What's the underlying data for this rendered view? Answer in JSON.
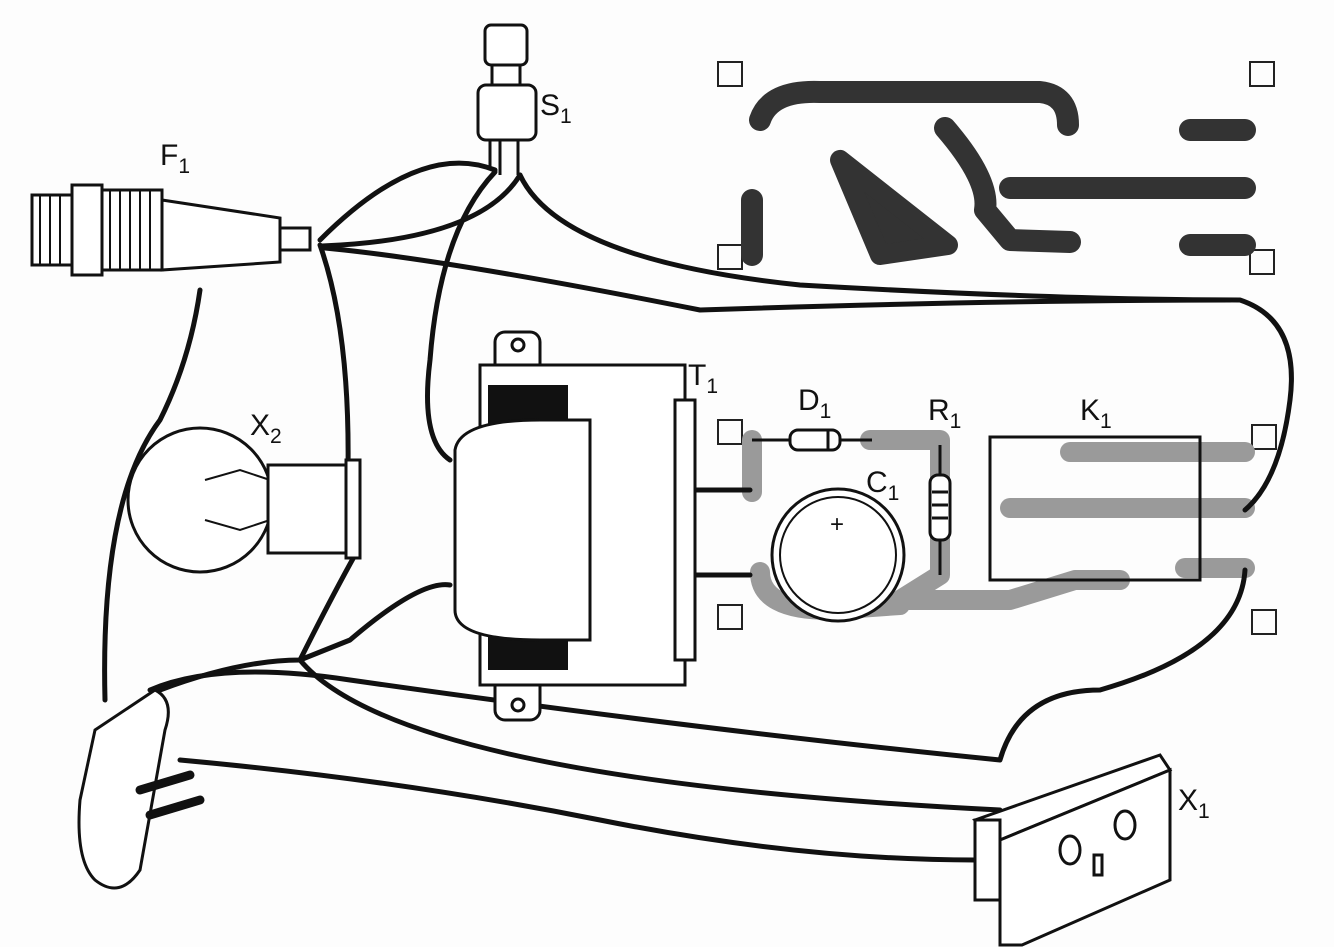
{
  "labels": {
    "F1": {
      "letter": "F",
      "sub": "1"
    },
    "S1": {
      "letter": "S",
      "sub": "1"
    },
    "X2": {
      "letter": "X",
      "sub": "2"
    },
    "T1": {
      "letter": "T",
      "sub": "1"
    },
    "D1": {
      "letter": "D",
      "sub": "1"
    },
    "R1": {
      "letter": "R",
      "sub": "1"
    },
    "C1": {
      "letter": "C",
      "sub": "1"
    },
    "K1": {
      "letter": "K",
      "sub": "1"
    },
    "X1": {
      "letter": "X",
      "sub": "1"
    }
  },
  "capacitor_polarity": "+"
}
